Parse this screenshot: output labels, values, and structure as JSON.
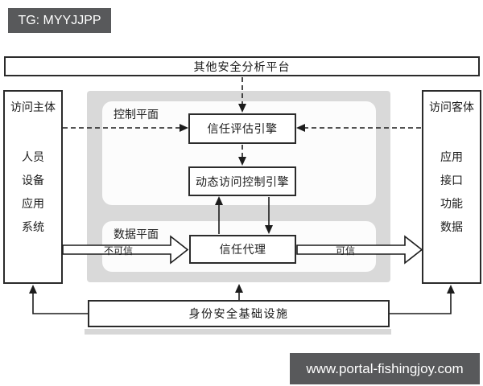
{
  "watermark_top": {
    "label": "TG: MYYJJPP"
  },
  "watermark_bottom": {
    "label": "www.portal-fishingjoy.com"
  },
  "diagram": {
    "external_platform": {
      "label": "其他安全分析平台"
    },
    "access_subject": {
      "title": "访问主体",
      "items": [
        "人员",
        "设备",
        "应用",
        "系统"
      ]
    },
    "access_object": {
      "title": "访问客体",
      "items": [
        "应用",
        "接口",
        "功能",
        "数据"
      ]
    },
    "control_plane": {
      "label": "控制平面",
      "trust_evaluation_engine": "信任评估引擎",
      "dynamic_access_control_engine": "动态访问控制引擎"
    },
    "data_plane": {
      "label": "数据平面",
      "trust_agent": "信任代理"
    },
    "flows": {
      "untrusted": "不可信",
      "trusted": "可信"
    },
    "identity_infrastructure": {
      "label": "身份安全基础设施"
    },
    "colors": {
      "plane_container_gray": "#d9d9d9",
      "badge_background": "#58595b",
      "line": "#1c1c1c"
    }
  }
}
